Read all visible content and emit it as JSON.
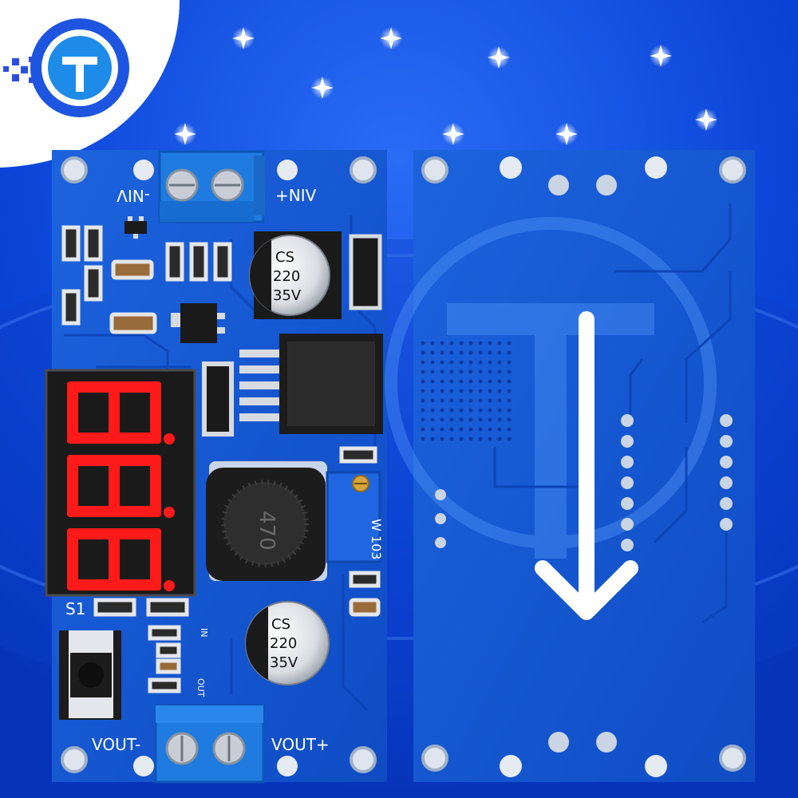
{
  "logo": {
    "name": "brand-logo"
  },
  "front_board": {
    "silkscreen": {
      "vin_minus": "-NIV",
      "vin_plus": "+NIV",
      "s1": "S1",
      "in": "IN",
      "out": "OUT",
      "vout_minus": "VOUT-",
      "vout_plus": "VOUT+"
    },
    "cap_top": {
      "line1": "CS",
      "line2": "220",
      "line3": "35V"
    },
    "cap_bottom": {
      "line1": "CS",
      "line2": "220",
      "line3": "35V"
    },
    "inductor_marking": "470",
    "potentiometer_marking": "W 103",
    "display": {
      "digits": 3,
      "color": "#ff1a1a"
    }
  },
  "back_board": {
    "arrow": "down"
  },
  "colors": {
    "background": "#0a3fd0",
    "pcb": "#1659d6",
    "terminal": "#1f7be0",
    "display_red": "#ff1a1a",
    "silkscreen": "#ffffff"
  }
}
